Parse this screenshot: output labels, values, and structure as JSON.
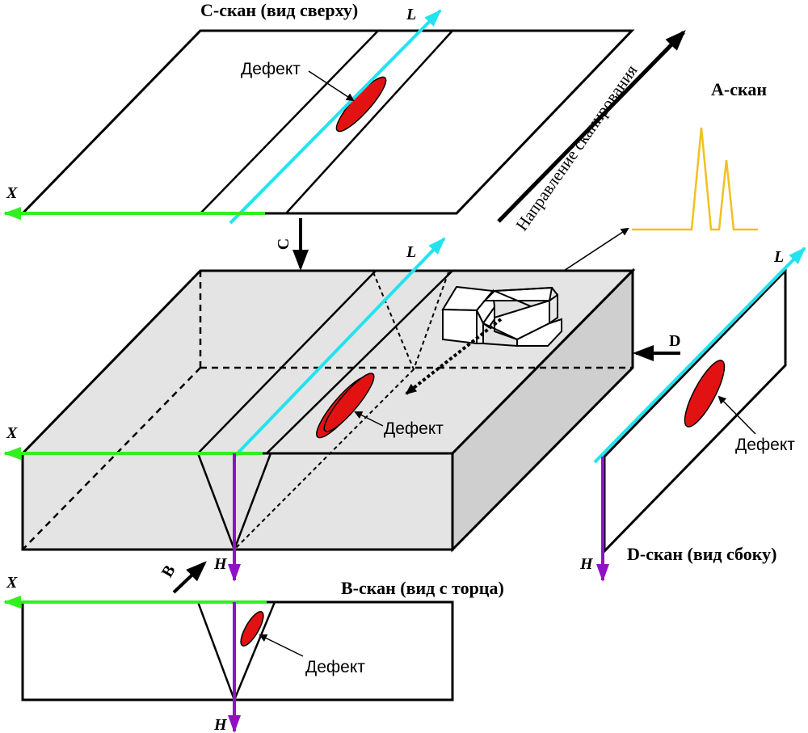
{
  "titles": {
    "c_scan": "С-скан (вид сверху)",
    "a_scan": "А-скан",
    "b_scan": "В-скан (вид с торца)",
    "d_scan": "D-скан (вид сбоку)"
  },
  "defect_labels": {
    "c_scan": "Дефект",
    "block": "Дефект",
    "d_scan": "Дефект",
    "b_scan": "Дефект"
  },
  "scan_direction": "Направление сканирования",
  "axis_labels": {
    "x_c": "X",
    "l_c": "L",
    "x_block": "X",
    "l_block": "L",
    "h_block": "H",
    "l_d": "L",
    "h_d": "H",
    "x_b": "X",
    "h_b": "H"
  },
  "view_arrows": {
    "c": "C",
    "d": "D",
    "b": "B"
  },
  "colors": {
    "x_axis": "#33ee22",
    "l_axis": "#22e3f0",
    "h_axis": "#9010c8",
    "defect": "#e31212",
    "a_scan_signal": "#f2c020",
    "block_fill": "#e4e4e4",
    "block_side": "#cfcfcf",
    "outline": "#000000"
  }
}
